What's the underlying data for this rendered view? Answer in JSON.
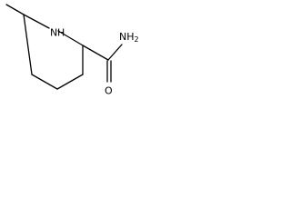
{
  "molecule": {
    "atoms": {
      "n1": "N",
      "h1": "H",
      "amide_n": "NH",
      "amide_n_sub": "2",
      "o": "O"
    }
  },
  "colors": {
    "line": "#000000",
    "background": "#ffffff"
  }
}
